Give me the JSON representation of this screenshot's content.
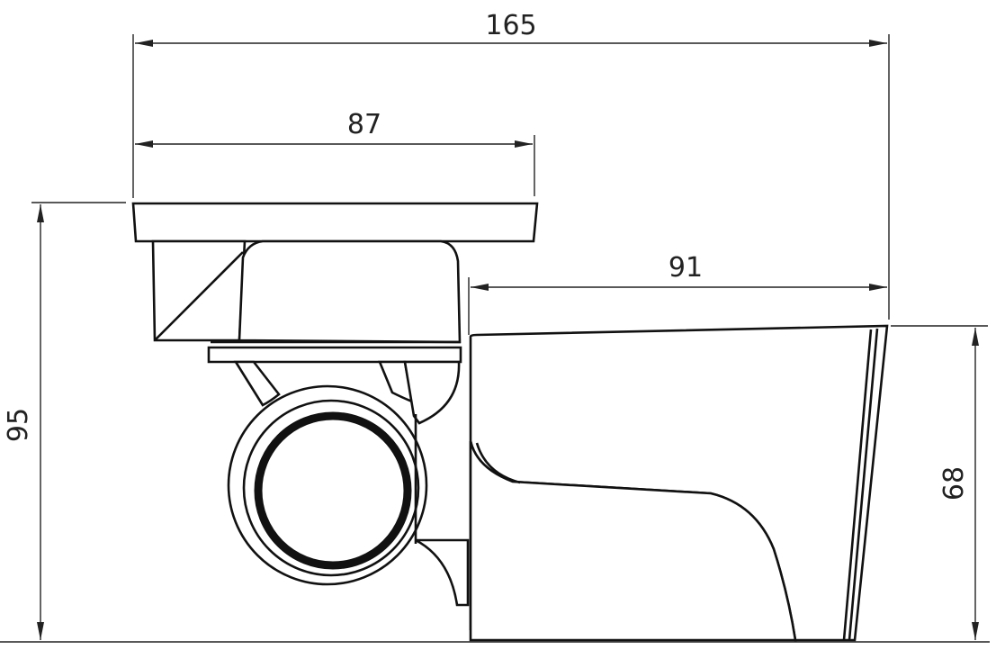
{
  "dimensions": {
    "overall_width": "165",
    "mount_width": "87",
    "housing_length": "91",
    "overall_height": "95",
    "housing_height": "68"
  },
  "colors": {
    "line": "#111111",
    "background": "#ffffff"
  }
}
